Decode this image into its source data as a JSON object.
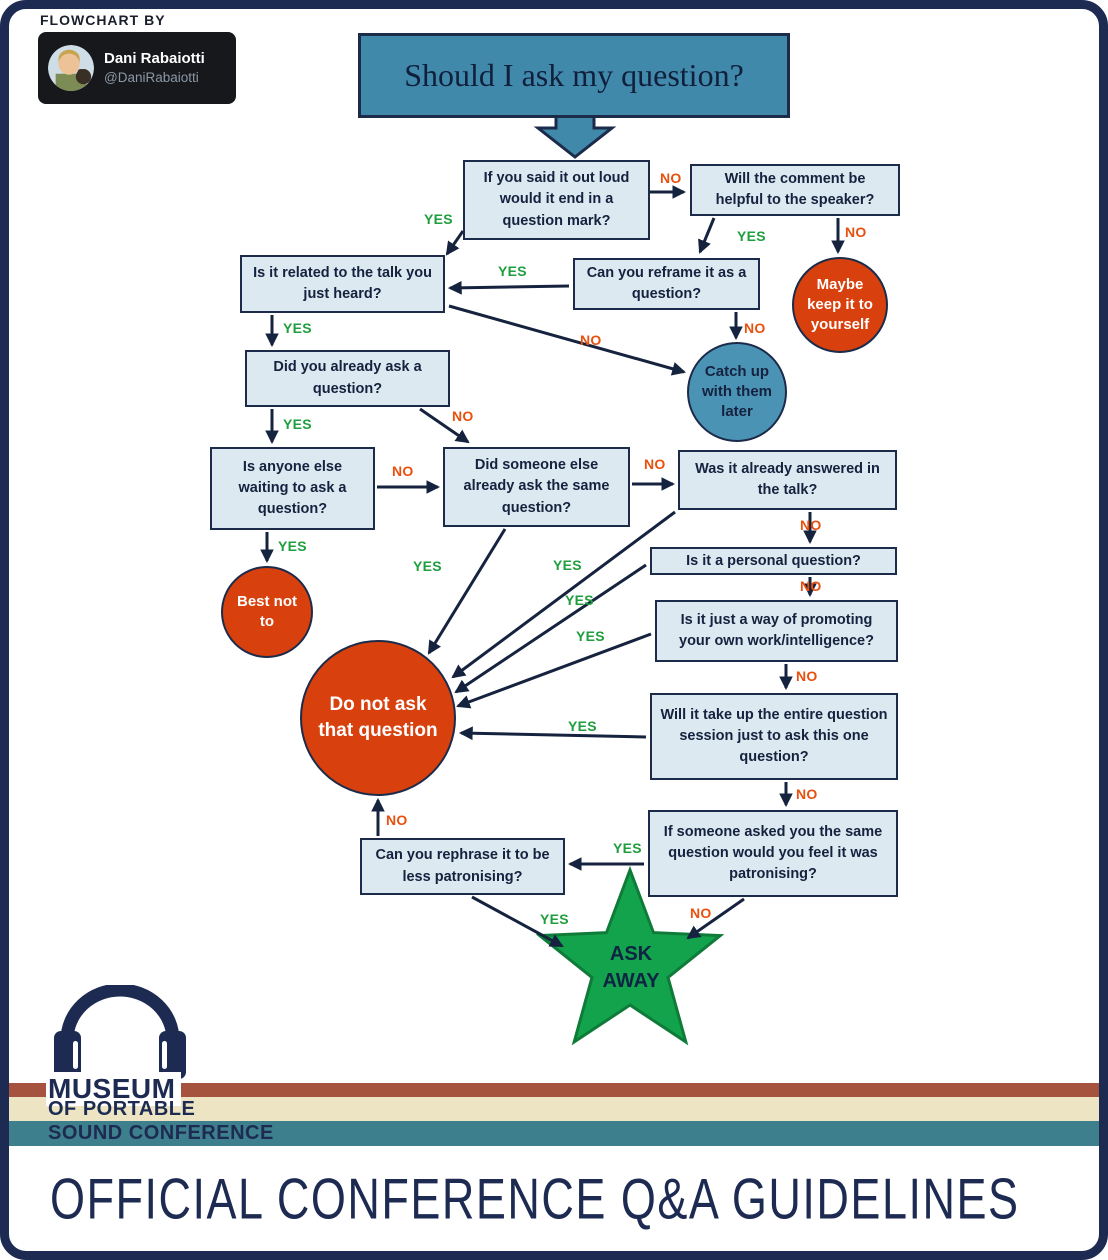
{
  "attribution": {
    "label": "FLOWCHART BY",
    "name": "Dani Rabaiotti",
    "handle": "@DaniRabaiotti"
  },
  "title": "Should I ask my question?",
  "questions": {
    "said_out_loud": "If you said it out loud would it end in a question mark?",
    "helpful_comment": "Will the comment be helpful to the speaker?",
    "reframe": "Can you reframe it as a question?",
    "related_talk": "Is it related to the talk you just heard?",
    "already_asked": "Did you already ask a question?",
    "anyone_waiting": "Is anyone else waiting to ask a question?",
    "someone_else_asked": "Did someone else already ask the same question?",
    "already_answered": "Was it already answered in the talk?",
    "personal": "Is it a personal question?",
    "promoting": "Is it just a way of promoting your own work/intelligence?",
    "entire_session": "Will it take up the entire question session just to ask this one question?",
    "patronising": "If someone asked you the same question would you feel it was patronising?",
    "rephrase": "Can you rephrase it to be less patronising?"
  },
  "outcomes": {
    "maybe_keep": "Maybe keep it to yourself",
    "catch_up": "Catch up with them later",
    "best_not": "Best not to",
    "do_not_ask": "Do not ask that question",
    "ask_away": "ASK AWAY"
  },
  "edge_labels": {
    "yes": "YES",
    "no": "NO"
  },
  "footer": {
    "org_line1": "MUSEUM",
    "org_line2": "OF PORTABLE",
    "org_line3": "SOUND CONFERENCE",
    "headline": "OFFICIAL CONFERENCE Q&A GUIDELINES"
  },
  "colors": {
    "navy": "#1d2b52",
    "node_fill": "#dce9f0",
    "title_fill": "#4189ab",
    "red_circle": "#d8400d",
    "teal_circle": "#4b93b4",
    "star_green": "#13a34d",
    "yes_label": "#1f9e3e",
    "no_label": "#e8500f",
    "stripe_brick": "#a5523e",
    "stripe_cream": "#ece4c2",
    "stripe_teal": "#3d7f8d"
  }
}
